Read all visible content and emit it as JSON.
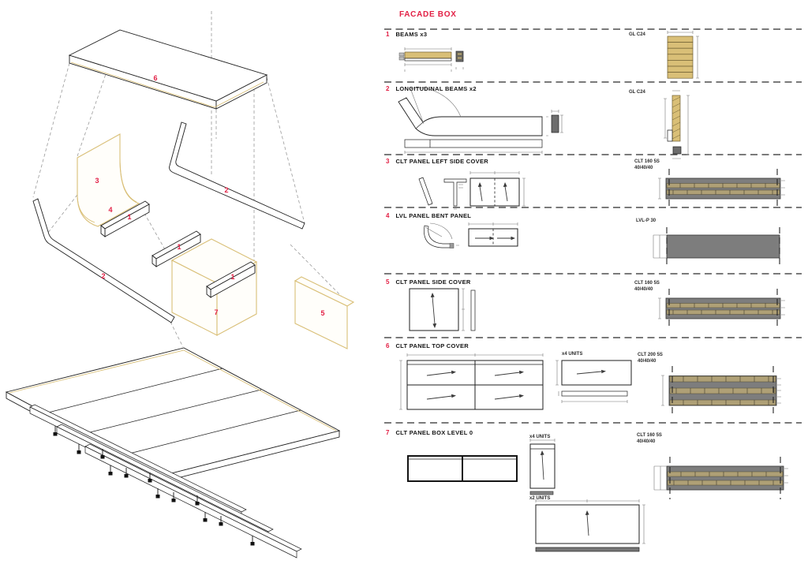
{
  "title": "FACADE BOX",
  "palette": {
    "accent": "#e22045",
    "wood": "#d9bf77",
    "wood_dark": "#6f5f33",
    "panel_gray": "#7d7d7d",
    "panel_tan": "#afa076"
  },
  "axonometric": {
    "callouts": [
      {
        "label": "6"
      },
      {
        "label": "3"
      },
      {
        "label": "2"
      },
      {
        "label": "4"
      },
      {
        "label": "1"
      },
      {
        "label": "1"
      },
      {
        "label": "2"
      },
      {
        "label": "1"
      },
      {
        "label": "7"
      },
      {
        "label": "5"
      }
    ]
  },
  "items": [
    {
      "num": "1",
      "title": "BEAMS  x3",
      "spec_line1": "GL C24"
    },
    {
      "num": "2",
      "title": "LONGITUDINAL BEAMS  x2",
      "spec_line1": "GL C24"
    },
    {
      "num": "3",
      "title": "CLT PANEL LEFT SIDE COVER",
      "spec_line1": "CLT 160 5S",
      "spec_line2": "40/40/40"
    },
    {
      "num": "4",
      "title": "LVL PANEL BENT PANEL",
      "spec_line1": "LVL-P 30"
    },
    {
      "num": "5",
      "title": "CLT PANEL SIDE COVER",
      "spec_line1": "CLT 160 5S",
      "spec_line2": "40/40/40"
    },
    {
      "num": "6",
      "title": "CLT PANEL TOP COVER",
      "units": "x4 UNITS",
      "spec_line1": "CLT 200 5S",
      "spec_line2": "40/40/40"
    },
    {
      "num": "7",
      "title": "CLT PANEL BOX LEVEL 0",
      "units_a": "x4 UNITS",
      "units_b": "x2 UNITS",
      "spec_line1": "CLT 160 5S",
      "spec_line2": "40/40/40"
    }
  ]
}
